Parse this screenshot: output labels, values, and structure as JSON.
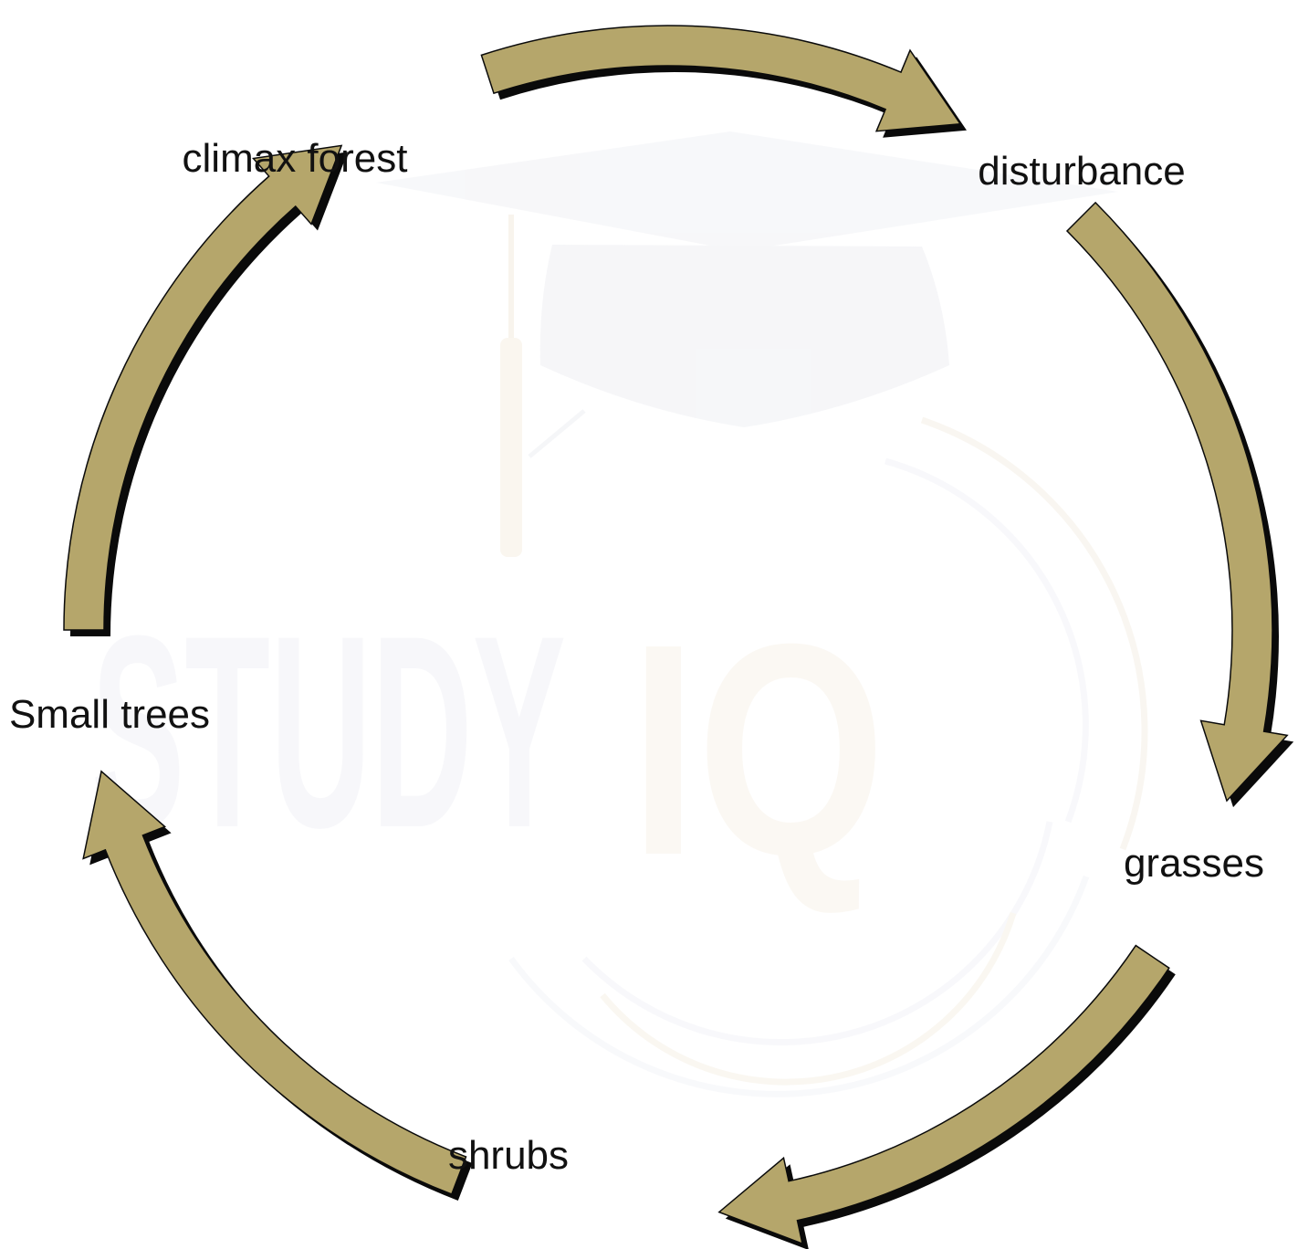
{
  "diagram": {
    "type": "cycle",
    "stages": [
      "disturbance",
      "grasses",
      "shrubs",
      "Small trees",
      "climax forest"
    ],
    "arrow_fill_color": "#b5a66b",
    "arrow_shadow_color": "#0a0a0a",
    "label_color": "#111111"
  },
  "watermark": {
    "text_left": "STUDY",
    "text_right": "IQ",
    "icon": "graduation-cap-icon"
  }
}
